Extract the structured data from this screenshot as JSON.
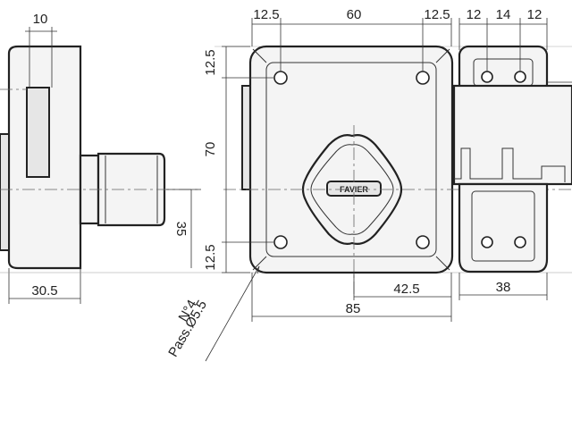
{
  "side_view": {
    "dim_top": "10",
    "dim_bottom": "30.5",
    "dim_vertical": "35"
  },
  "front_view": {
    "dim_top_left": "12.5",
    "dim_top_middle": "60",
    "dim_top_right": "12.5",
    "dim_left_top": "12.5",
    "dim_left_middle": "70",
    "dim_left_bottom": "12.5",
    "dim_bottom_inner": "42.5",
    "dim_bottom_total": "85",
    "hole_note_line1": "N°4",
    "hole_note_line2": "Pass.Ø5.5",
    "knob_label": "FAVIER"
  },
  "keeper_view": {
    "dim_top_1": "12",
    "dim_top_2": "14",
    "dim_top_3": "12",
    "dim_bottom": "38"
  },
  "colors": {
    "line": "#222222",
    "fill": "#f4f4f4"
  }
}
